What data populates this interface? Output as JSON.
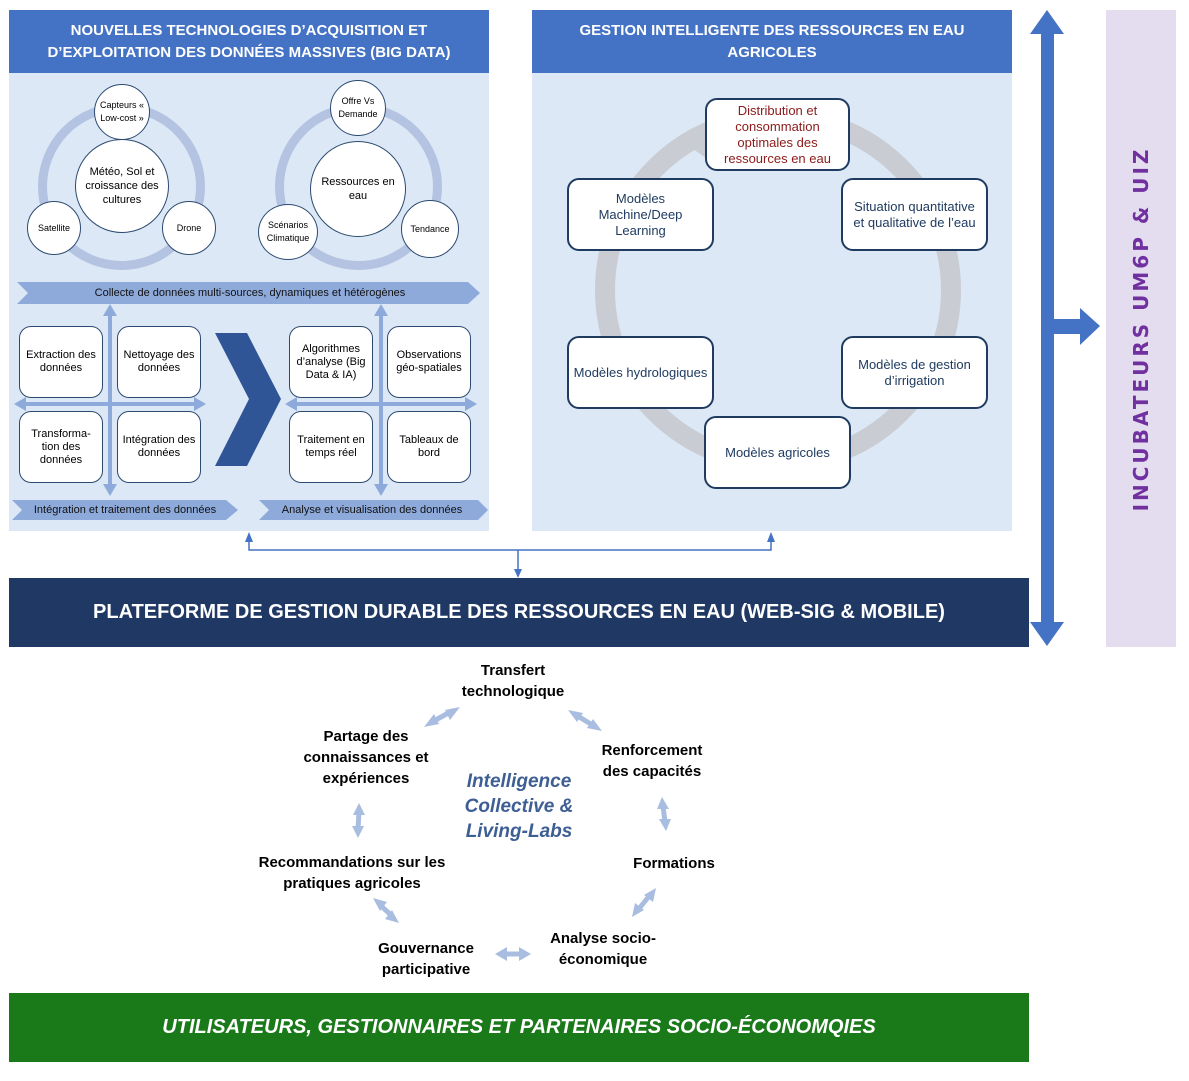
{
  "left_panel": {
    "title": "NOUVELLES TECHNOLOGIES D’ACQUISITION ET D’EXPLOITATION DES DONNÉES MASSIVES (BIG DATA)",
    "cluster1": {
      "center": "Météo, Sol et croissance des cultures",
      "top": "Capteurs « Low-cost »",
      "left": "Satellite",
      "right": "Drone"
    },
    "cluster2": {
      "center": "Ressources en eau",
      "top": "Offre Vs Demande",
      "left": "Scénarios Climatique",
      "right": "Tendance"
    },
    "collect_band": "Collecte de données multi-sources, dynamiques et hétérogènes",
    "grid1": [
      "Extraction des données",
      "Nettoyage des données",
      "Transforma-tion des données",
      "Intégration des données"
    ],
    "grid2": [
      "Algorithmes d’analyse (Big Data & IA)",
      "Observations géo-spatiales",
      "Traitement en temps réel",
      "Tableaux de bord"
    ],
    "band_integration": "Intégration et traitement des données",
    "band_analysis": "Analyse et visualisation des données"
  },
  "right_panel": {
    "title": "GESTION INTELLIGENTE DES RESSOURCES EN EAU AGRICOLES",
    "top": "Distribution et consommation optimales des ressources en eau",
    "upper_left": "Modèles Machine/Deep Learning",
    "upper_right": "Situation quantitative et qualitative de l’eau",
    "lower_left": "Modèles hydrologiques",
    "lower_right": "Modèles de gestion d’irrigation",
    "bottom": "Modèles agricoles"
  },
  "platform": "PLATEFORME DE GESTION DURABLE DES RESSOURCES EN EAU (WEB-SIG & MOBILE)",
  "incubators": "INCUBATEURS UM6P & UIZ",
  "collective": {
    "center": "Intelligence Collective & Living-Labs",
    "items": [
      "Transfert technologique",
      "Renforcement des capacités",
      "Formations",
      "Analyse socio-économique",
      "Gouvernance participative",
      "Recommandations sur les pratiques agricoles",
      "Partage des connaissances et expériences"
    ]
  },
  "users": "UTILISATEURS, GESTIONNAIRES ET PARTENAIRES SOCIO-ÉCONOMQIES",
  "colors": {
    "header": "#4472c4",
    "panel": "#dce8f5",
    "platform": "#1f3864",
    "users": "#1a7a1a",
    "incubator": "#7030a0",
    "arrow": "#4472c4",
    "light_arrow": "#a9bde0"
  }
}
